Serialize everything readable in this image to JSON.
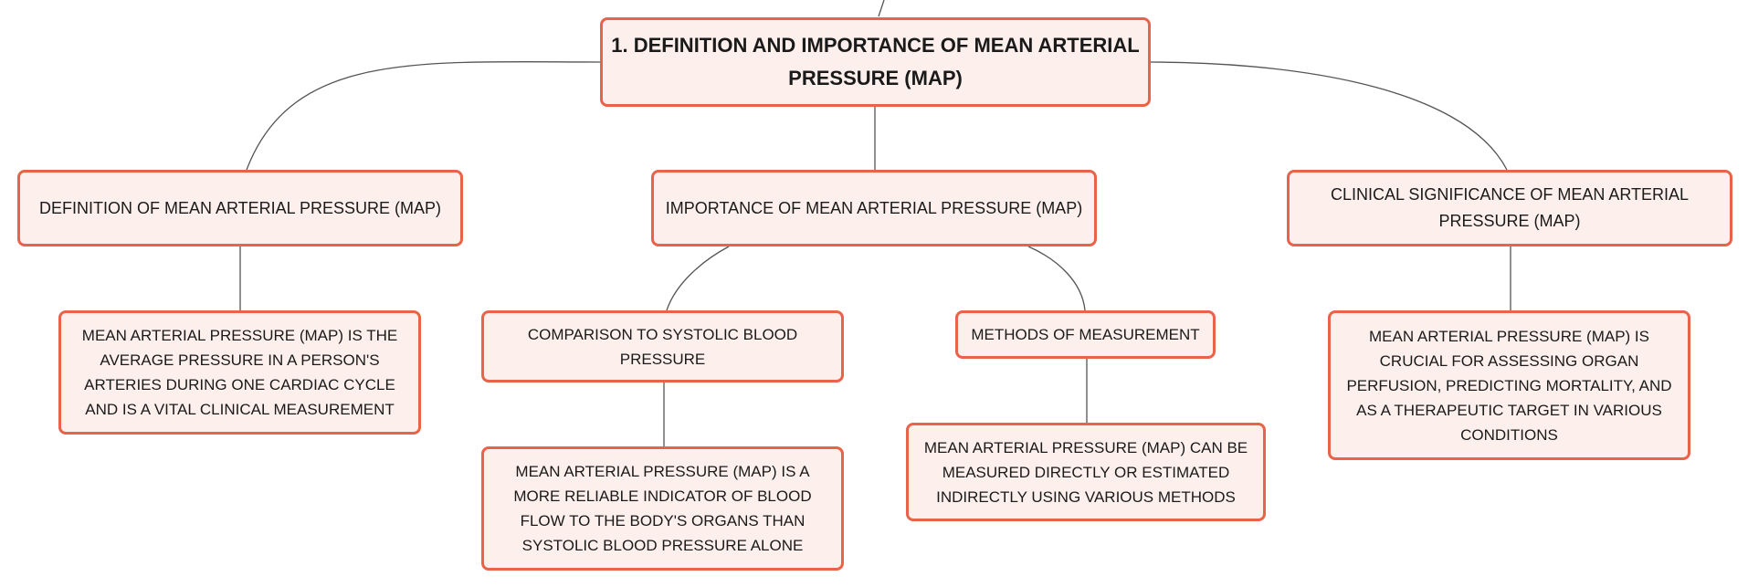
{
  "mindmap": {
    "root": {
      "label": "1. DEFINITION AND IMPORTANCE OF MEAN ARTERIAL PRESSURE (MAP)"
    },
    "branches": [
      {
        "label": "DEFINITION OF MEAN ARTERIAL PRESSURE (MAP)",
        "children": [
          {
            "label": "MEAN ARTERIAL PRESSURE (MAP) IS THE AVERAGE PRESSURE IN A PERSON'S ARTERIES DURING ONE CARDIAC CYCLE AND IS A VITAL CLINICAL MEASUREMENT"
          }
        ]
      },
      {
        "label": "IMPORTANCE OF MEAN ARTERIAL PRESSURE (MAP)",
        "children": [
          {
            "label": "COMPARISON TO SYSTOLIC BLOOD PRESSURE",
            "children": [
              {
                "label": "MEAN ARTERIAL PRESSURE (MAP) IS A MORE RELIABLE INDICATOR OF BLOOD FLOW TO THE BODY'S ORGANS THAN SYSTOLIC BLOOD PRESSURE ALONE"
              }
            ]
          },
          {
            "label": "METHODS OF MEASUREMENT",
            "children": [
              {
                "label": "MEAN ARTERIAL PRESSURE (MAP) CAN BE MEASURED DIRECTLY OR ESTIMATED INDIRECTLY USING VARIOUS METHODS"
              }
            ]
          }
        ]
      },
      {
        "label": "CLINICAL SIGNIFICANCE OF MEAN ARTERIAL PRESSURE (MAP)",
        "children": [
          {
            "label": "MEAN ARTERIAL PRESSURE (MAP) IS CRUCIAL FOR ASSESSING ORGAN PERFUSION, PREDICTING MORTALITY, AND AS A THERAPEUTIC TARGET IN VARIOUS CONDITIONS"
          }
        ]
      }
    ]
  },
  "colors": {
    "node_border": "#e8634a",
    "node_fill": "#fdf0ec",
    "connector": "#555555",
    "text": "#1a1a1a"
  }
}
